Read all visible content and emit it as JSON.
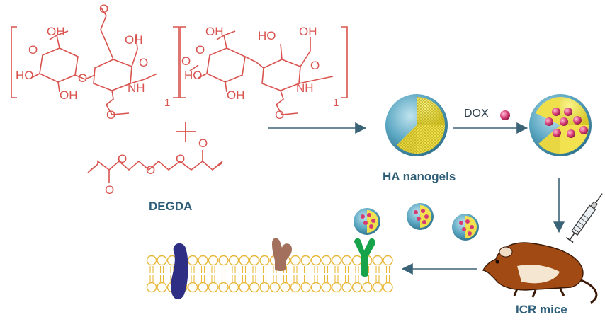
{
  "labels": {
    "crosslinker": "DEGDA",
    "nanogel": "HA nanogels",
    "drug": "DOX",
    "animal": "ICR mice"
  },
  "structure_text": {
    "oh": "OH",
    "ho": "HO",
    "o": "O",
    "nh": "NH",
    "repeat": "1"
  },
  "colors": {
    "chemistry": "#d9534f",
    "arrow": "#3b6377",
    "label": "#2f5f78",
    "membrane": "#e8b83a",
    "drug_particle": "#c8336b",
    "receptor_blue": "#2e2f84",
    "receptor_brown": "#a2705c",
    "receptor_green": "#16a34a"
  }
}
